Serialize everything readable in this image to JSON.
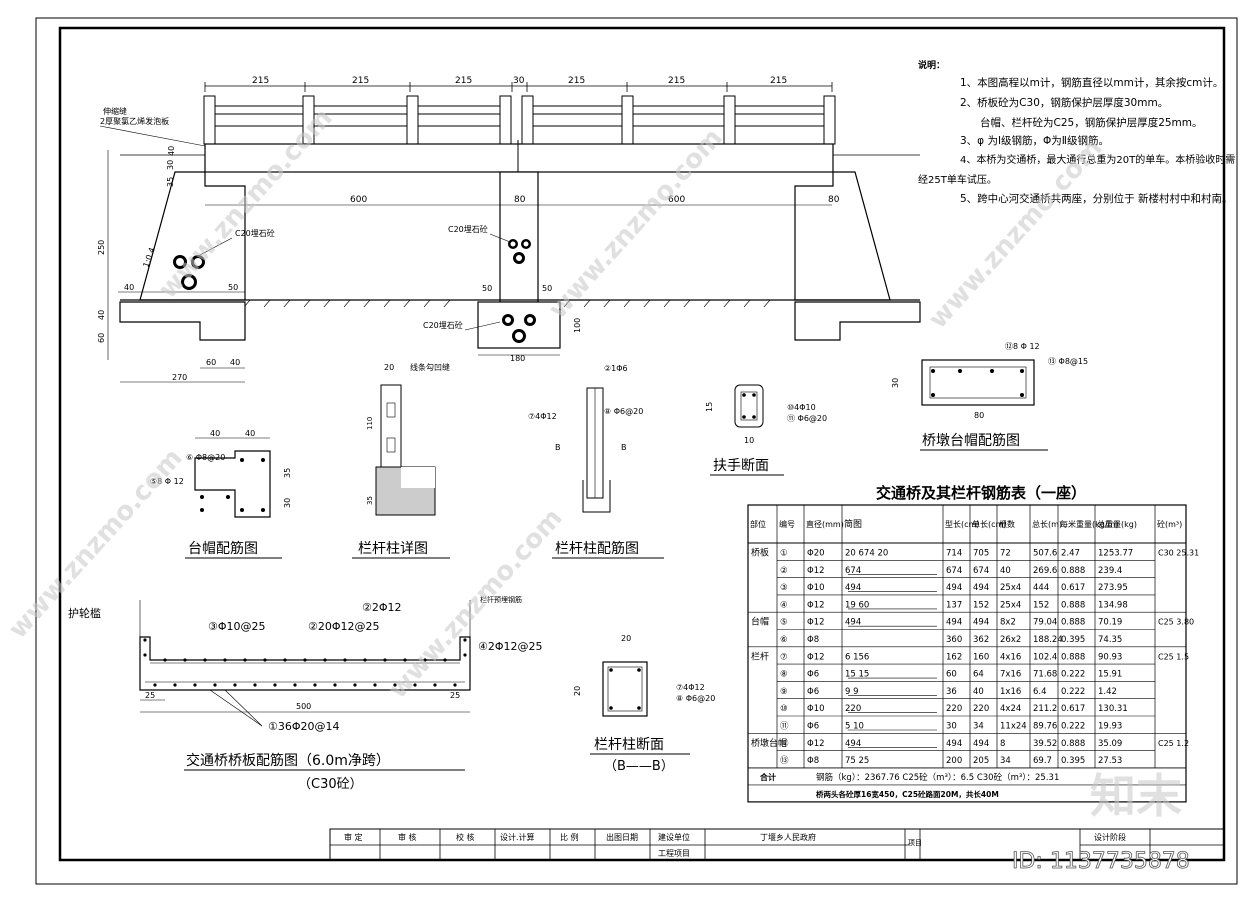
{
  "notes": {
    "heading": "说明：",
    "lines": [
      "1、本图高程以m计，钢筋直径以mm计，其余按cm计。",
      "2、桥板砼为C30，钢筋保护层厚度30mm。",
      "台帽、栏杆砼为C25，钢筋保护层厚度25mm。",
      "3、φ 为Ⅰ级钢筋，Φ为Ⅱ级钢筋。",
      "4、本桥为交通桥，最大通行总重为20T的单车。本桥验收时需",
      "经25T单车试压。",
      "5、跨中心河交通桥共两座，分别位于   新楼村村中和村南。"
    ]
  },
  "elevation": {
    "top_dims": [
      "215",
      "215",
      "215",
      "30",
      "215",
      "215",
      "215"
    ],
    "span_dims": [
      "600",
      "80",
      "600",
      "80"
    ],
    "expansion_joint": "伸缩缝",
    "joint_fill": "2厚聚氯乙烯发泡板",
    "slope": "1:0.4",
    "masonry": "C20埋石砼",
    "dims_side": [
      "40",
      "30",
      "35",
      "250",
      "40",
      "60",
      "100"
    ],
    "bottom_dims": [
      "40",
      "50",
      "60",
      "40",
      "270",
      "50",
      "50",
      "180",
      "20"
    ]
  },
  "figures": {
    "cap_rebar": "台帽配筋图",
    "post_detail": "栏杆柱详图",
    "post_rebar": "栏杆柱配筋图",
    "handrail_section": "扶手断面",
    "pier_cap_rebar": "桥墩台帽配筋图",
    "slab_rebar": "交通桥桥板配筋图（6.0m净跨）",
    "slab_concrete": "（C30砼）",
    "post_section": "栏杆柱断面",
    "post_section_sub": "（B——B）"
  },
  "labels": {
    "cap_a": "⑥ Φ8@20",
    "cap_b": "⑤8 Φ 12",
    "post_a": "②1Φ6",
    "post_b": "⑦4Φ12",
    "post_c": "⑧ Φ6@20",
    "hand_a": "⑩4Φ10",
    "hand_b": "⑪ Φ6@20",
    "pier_a": "⑫8 Φ 12",
    "pier_b": "⑬ Φ8@15",
    "groove": "线条勾凹缝",
    "wheel_guard": "护轮槛",
    "rail_anchor": "栏杆预埋钢筋",
    "slab_a": "③Φ10@25",
    "slab_b": "②20Φ12@25",
    "slab_c": "②2Φ12",
    "slab_d": "④2Φ12@25",
    "slab_e": "①36Φ20@14",
    "sec_a": "⑦4Φ12",
    "sec_b": "⑧ Φ6@20",
    "dims": [
      "20",
      "35",
      "110",
      "15",
      "15",
      "20",
      "35",
      "25",
      "40",
      "40",
      "35",
      "30",
      "15",
      "10",
      "80",
      "30",
      "25",
      "500",
      "25",
      "20",
      "20",
      "B",
      "B"
    ]
  },
  "table": {
    "title": "交通桥及其栏杆钢筋表（一座）",
    "headers": [
      "部位",
      "编号",
      "直径(mm)",
      "简图",
      "型长(cm)",
      "单长(cm)",
      "根数",
      "总长(m)",
      "每米重量(kg/m)",
      "总重量(kg)",
      "砼(m³)"
    ],
    "rows": [
      {
        "part": "桥板",
        "no": "①",
        "dia": "Φ20",
        "sketch": "20   674   20",
        "typ": "714",
        "len": "705",
        "cnt": "72",
        "tot": "507.6",
        "unit": "2.47",
        "wt": "1253.77",
        "conc": "C30 25.31"
      },
      {
        "part": "",
        "no": "②",
        "dia": "Φ12",
        "sketch": "674",
        "typ": "674",
        "len": "674",
        "cnt": "40",
        "tot": "269.6",
        "unit": "0.888",
        "wt": "239.4",
        "conc": ""
      },
      {
        "part": "",
        "no": "③",
        "dia": "Φ10",
        "sketch": "494",
        "typ": "494",
        "len": "494",
        "cnt": "25x4",
        "tot": "444",
        "unit": "0.617",
        "wt": "273.95",
        "conc": ""
      },
      {
        "part": "",
        "no": "④",
        "dia": "Φ12",
        "sketch": "19 60",
        "typ": "137",
        "len": "152",
        "cnt": "25x4",
        "tot": "152",
        "unit": "0.888",
        "wt": "134.98",
        "conc": ""
      },
      {
        "part": "台帽",
        "no": "⑤",
        "dia": "Φ12",
        "sketch": "494",
        "typ": "494",
        "len": "494",
        "cnt": "8x2",
        "tot": "79.04",
        "unit": "0.888",
        "wt": "70.19",
        "conc": "C25 3.80"
      },
      {
        "part": "",
        "no": "⑥",
        "dia": "Φ8",
        "sketch": "",
        "typ": "360",
        "len": "362",
        "cnt": "26x2",
        "tot": "188.24",
        "unit": "0.395",
        "wt": "74.35",
        "conc": ""
      },
      {
        "part": "栏杆",
        "no": "⑦",
        "dia": "Φ12",
        "sketch": "6  156",
        "typ": "162",
        "len": "160",
        "cnt": "4x16",
        "tot": "102.4",
        "unit": "0.888",
        "wt": "90.93",
        "conc": "C25 1.5"
      },
      {
        "part": "",
        "no": "⑧",
        "dia": "Φ6",
        "sketch": "15 15",
        "typ": "60",
        "len": "64",
        "cnt": "7x16",
        "tot": "71.68",
        "unit": "0.222",
        "wt": "15.91",
        "conc": ""
      },
      {
        "part": "",
        "no": "⑨",
        "dia": "Φ6",
        "sketch": "9 9",
        "typ": "36",
        "len": "40",
        "cnt": "1x16",
        "tot": "6.4",
        "unit": "0.222",
        "wt": "1.42",
        "conc": ""
      },
      {
        "part": "",
        "no": "⑩",
        "dia": "Φ10",
        "sketch": "220",
        "typ": "220",
        "len": "220",
        "cnt": "4x24",
        "tot": "211.2",
        "unit": "0.617",
        "wt": "130.31",
        "conc": ""
      },
      {
        "part": "",
        "no": "⑪",
        "dia": "Φ6",
        "sketch": "5 10",
        "typ": "30",
        "len": "34",
        "cnt": "11x24",
        "tot": "89.76",
        "unit": "0.222",
        "wt": "19.93",
        "conc": ""
      },
      {
        "part": "桥墩台帽",
        "no": "⑫",
        "dia": "Φ12",
        "sketch": "494",
        "typ": "494",
        "len": "494",
        "cnt": "8",
        "tot": "39.52",
        "unit": "0.888",
        "wt": "35.09",
        "conc": "C25 1.2"
      },
      {
        "part": "",
        "no": "⑬",
        "dia": "Φ8",
        "sketch": "75  25",
        "typ": "200",
        "len": "205",
        "cnt": "34",
        "tot": "69.7",
        "unit": "0.395",
        "wt": "27.53",
        "conc": ""
      }
    ],
    "total_label": "合计",
    "total_text": "钢筋（kg）：2367.76        C25砼（m³）：6.5              C30砼（m³）：25.31",
    "footnote": "桥两头各砼厚16宽450，C25砼路面20M，共长40M"
  },
  "titleblock": {
    "cells": [
      "审 定",
      "审 核",
      "校 核",
      "设计.计算",
      "比 例",
      "出图日期",
      "建设单位",
      "丁堰乡人民政府",
      "项目",
      "设计阶段"
    ],
    "row2": [
      "工程项目"
    ]
  },
  "watermark": {
    "text": "www.znzmo.com",
    "logo_text": "知末",
    "id_text": "ID: 1137735878"
  }
}
